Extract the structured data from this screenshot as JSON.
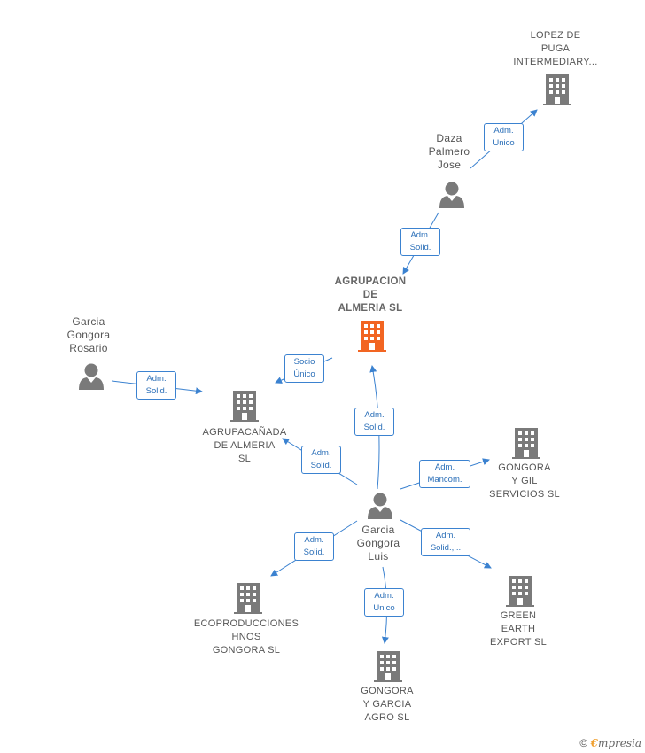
{
  "colors": {
    "edge": "#3b82d0",
    "company": "#7a7a7a",
    "company_main": "#f26522",
    "person": "#7a7a7a"
  },
  "nodes": {
    "lopez": {
      "label": "LOPEZ DE\nPUGA\nINTERMEDIARY...",
      "icon": "building-icon"
    },
    "daza": {
      "label": "Daza\nPalmero\nJose",
      "icon": "person-icon"
    },
    "agrupacion": {
      "label": "AGRUPACION\nDE\nALMERIA SL",
      "icon": "building-icon"
    },
    "garcia_rosario": {
      "label": "Garcia\nGongora\nRosario",
      "icon": "person-icon"
    },
    "agrupacanada": {
      "label": "AGRUPACAÑADA\nDE ALMERIA\nSL",
      "icon": "building-icon"
    },
    "gongora_gil": {
      "label": "GONGORA\nY GIL\nSERVICIOS SL",
      "icon": "building-icon"
    },
    "garcia_luis": {
      "label": "Garcia\nGongora\nLuis",
      "icon": "person-icon"
    },
    "ecoproducciones": {
      "label": "ECOPRODUCCIONES\nHNOS\nGONGORA SL",
      "icon": "building-icon"
    },
    "green_earth": {
      "label": "GREEN\nEARTH\nEXPORT SL",
      "icon": "building-icon"
    },
    "gongora_garcia": {
      "label": "GONGORA\nY GARCIA\nAGRO SL",
      "icon": "building-icon"
    }
  },
  "edges": {
    "daza_lopez": "Adm.\nUnico",
    "daza_agrupacion": "Adm.\nSolid.",
    "agrupacion_agrupacanada": "Socio\nÚnico",
    "rosario_agrupacanada": "Adm.\nSolid.",
    "luis_agrupacion": "Adm.\nSolid.",
    "luis_agrupacanada": "Adm.\nSolid.",
    "luis_gongora_gil": "Adm.\nMancom.",
    "luis_ecoproducciones": "Adm.\nSolid.",
    "luis_green_earth": "Adm.\nSolid.,...",
    "luis_gongora_garcia": "Adm.\nUnico"
  },
  "footer": {
    "copyright": "©",
    "brand_first": "€",
    "brand_rest": "mpresia"
  }
}
